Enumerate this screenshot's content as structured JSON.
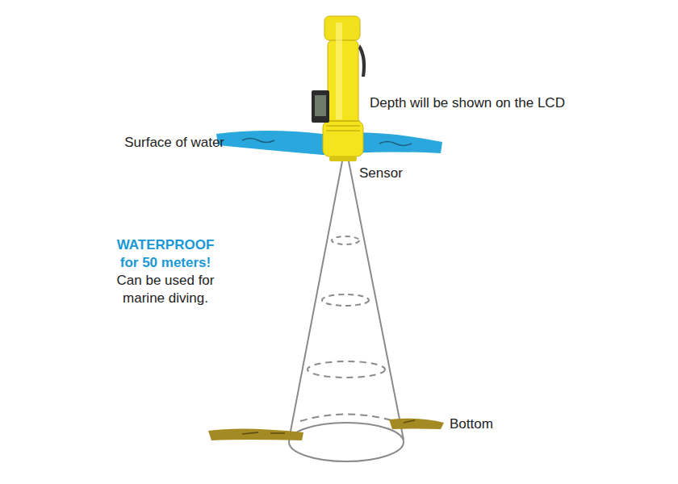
{
  "diagram": {
    "labels": [
      "Depth will be shown on the LCD",
      "Surface of water",
      "Sensor",
      "WATERPROOF for 50 meters!",
      "Can be used for marine diving.",
      "Bottom"
    ]
  }
}
